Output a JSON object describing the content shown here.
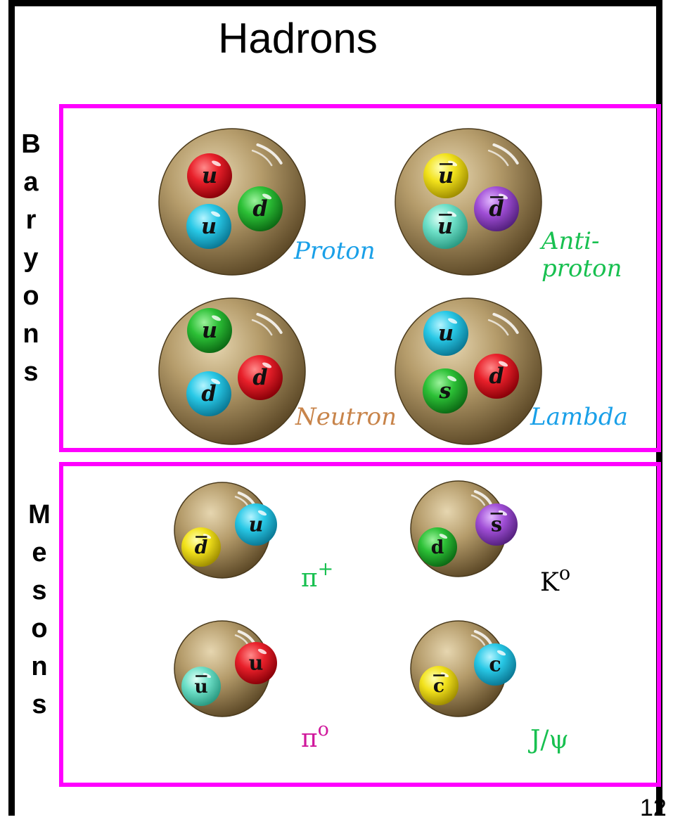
{
  "title": "Hadrons",
  "baryons_label": "Baryons",
  "mesons_label": "Mesons",
  "slide_number": "12",
  "colors": {
    "panel_border": "#ff00ff",
    "hadron_body": "#b39a6a",
    "red": "#e8202a",
    "green": "#2cc036",
    "blue": "#28c8e6",
    "yellow": "#f2e21c",
    "purple": "#a04ed6",
    "teal": "#6ee0c8"
  },
  "baryons": [
    {
      "name": "Proton",
      "name_color": "#1aa0e8",
      "quarks": [
        {
          "label": "u",
          "bar": false,
          "italic": true,
          "color": "red"
        },
        {
          "label": "d",
          "bar": false,
          "italic": true,
          "color": "green"
        },
        {
          "label": "u",
          "bar": false,
          "italic": true,
          "color": "blue"
        }
      ]
    },
    {
      "name": "Anti-\nproton",
      "name_color": "#18c050",
      "quarks": [
        {
          "label": "u",
          "bar": true,
          "italic": true,
          "color": "yellow"
        },
        {
          "label": "d",
          "bar": true,
          "italic": true,
          "color": "purple"
        },
        {
          "label": "u",
          "bar": true,
          "italic": true,
          "color": "teal"
        }
      ]
    },
    {
      "name": "Neutron",
      "name_color": "#c8844a",
      "quarks": [
        {
          "label": "u",
          "bar": false,
          "italic": true,
          "color": "green"
        },
        {
          "label": "d",
          "bar": false,
          "italic": true,
          "color": "red"
        },
        {
          "label": "d",
          "bar": false,
          "italic": true,
          "color": "blue"
        }
      ]
    },
    {
      "name": "Lambda",
      "name_color": "#1aa0e8",
      "quarks": [
        {
          "label": "u",
          "bar": false,
          "italic": true,
          "color": "blue"
        },
        {
          "label": "d",
          "bar": false,
          "italic": true,
          "color": "red"
        },
        {
          "label": "s",
          "bar": false,
          "italic": true,
          "color": "green"
        }
      ]
    }
  ],
  "mesons": [
    {
      "name": "π",
      "sup": "+",
      "name_color": "#18c050",
      "quarks": [
        {
          "label": "d",
          "bar": true,
          "italic": true,
          "color": "yellow"
        },
        {
          "label": "u",
          "bar": false,
          "italic": true,
          "color": "blue"
        }
      ]
    },
    {
      "name": "K",
      "sup": "o",
      "name_color": "#000000",
      "quarks": [
        {
          "label": "d",
          "bar": false,
          "italic": false,
          "color": "green"
        },
        {
          "label": "s",
          "bar": true,
          "italic": false,
          "color": "purple"
        }
      ]
    },
    {
      "name": "π",
      "sup": "o",
      "name_color": "#d0189c",
      "quarks": [
        {
          "label": "u",
          "bar": true,
          "italic": false,
          "color": "teal"
        },
        {
          "label": "u",
          "bar": false,
          "italic": false,
          "color": "red"
        }
      ]
    },
    {
      "name": "J/ψ",
      "sup": "",
      "name_color": "#18c050",
      "quarks": [
        {
          "label": "c",
          "bar": true,
          "italic": false,
          "color": "yellow"
        },
        {
          "label": "c",
          "bar": false,
          "italic": false,
          "color": "blue"
        }
      ]
    }
  ]
}
